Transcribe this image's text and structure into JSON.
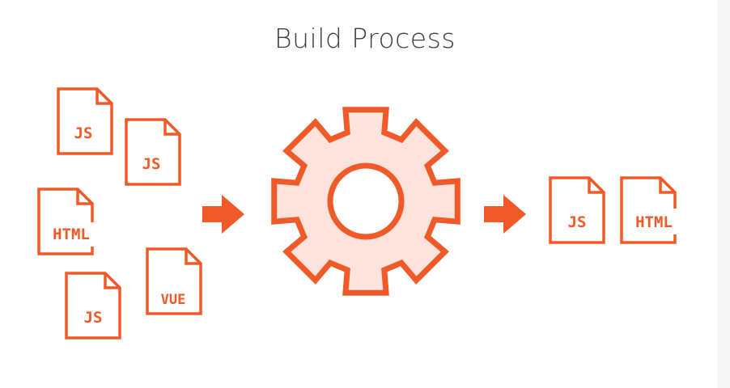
{
  "title": "Build Process",
  "colors": {
    "accent": "#f05a28",
    "gear_fill": "#fde3dc",
    "title": "#3f3f3f"
  },
  "inputs": [
    {
      "label": "JS"
    },
    {
      "label": "JS"
    },
    {
      "label": "HTML"
    },
    {
      "label": "VUE"
    },
    {
      "label": "JS"
    }
  ],
  "process": {
    "icon": "gear-icon"
  },
  "outputs": [
    {
      "label": "JS"
    },
    {
      "label": "HTML"
    }
  ]
}
